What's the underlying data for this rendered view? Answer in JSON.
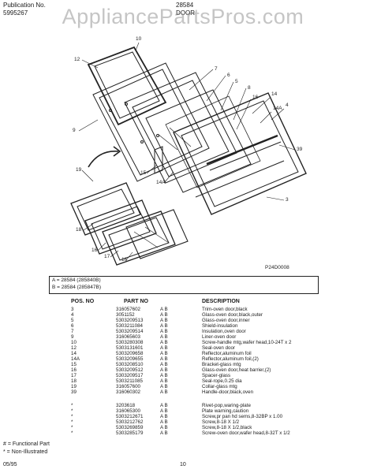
{
  "header": {
    "pub_label": "Publication No.",
    "pub_number": "5995267",
    "model": "28584",
    "section": "DOOR"
  },
  "watermark": "AppliancePartsPros.com",
  "diagram": {
    "callouts": [
      "10",
      "12",
      "7",
      "6",
      "5",
      "8",
      "16",
      "14",
      "14A",
      "4",
      "9",
      "39",
      "19",
      "15",
      "14A",
      "3",
      "18",
      "16",
      "17",
      "16"
    ],
    "figure_code": "P24D0008"
  },
  "legend": [
    "A = 28584 (285840B)",
    "B = 28584 (285847B)"
  ],
  "table": {
    "headers": [
      "POS. NO",
      "PART NO",
      "",
      "DESCRIPTION"
    ],
    "rows": [
      [
        "3",
        "316057602",
        "A B",
        "Trim-oven door,black"
      ],
      [
        "4",
        "3051152",
        "A B",
        "Glass-oven door,black,outer"
      ],
      [
        "5",
        "5303209513",
        "A B",
        "Glass-oven door,inner"
      ],
      [
        "6",
        "5303211084",
        "A B",
        "Shield-insulation"
      ],
      [
        "7",
        "5303209514",
        "A B",
        "Insulation,oven door"
      ],
      [
        "9",
        "316065603",
        "A B",
        "Liner-oven door"
      ],
      [
        "10",
        "5303280308",
        "A B",
        "Screw-handle mtg,wafer head,10-24T x 2"
      ],
      [
        "12",
        "5303131601",
        "A B",
        "Seal-oven door"
      ],
      [
        "14",
        "5303209658",
        "A B",
        "Reflector,aluminum foil"
      ],
      [
        "14A",
        "5303209655",
        "A B",
        "Reflector,aluminum foil,(2)"
      ],
      [
        "15",
        "5303208510",
        "A B",
        "Bracket-glass mtg"
      ],
      [
        "16",
        "5303209512",
        "A B",
        "Glass-oven door,heat barrier,(2)"
      ],
      [
        "17",
        "5303209517",
        "A B",
        "Spacer-glass"
      ],
      [
        "18",
        "5303211085",
        "A B",
        "Seal-rope,0.25 dia"
      ],
      [
        "19",
        "316057600",
        "A B",
        "Collar-glass mtg"
      ],
      [
        "39",
        "316060302",
        "A B",
        "Handle-door,black,oven"
      ],
      [
        "",
        "",
        "",
        ""
      ],
      [
        "*",
        "3203618",
        "A B",
        "Rivet-pop,waring-plate"
      ],
      [
        "*",
        "316065300",
        "A B",
        "Plate warning,caution"
      ],
      [
        "*",
        "5303212671",
        "A B",
        "Screw,pr pan hd sems,8-32BP x 1.00"
      ],
      [
        "*",
        "5303212762",
        "A B",
        "Screw,8-18 X 1/2"
      ],
      [
        "*",
        "5303269859",
        "A B",
        "Screw,8-18 X 1/2,black"
      ],
      [
        "*",
        "5303285179",
        "A B",
        "Screw-oven door,wafer head,8-32T x 1/2"
      ]
    ]
  },
  "footer": {
    "note1": "# = Functional Part",
    "note2": "* = Non-Illustrated",
    "date": "05/95",
    "page": "10"
  }
}
